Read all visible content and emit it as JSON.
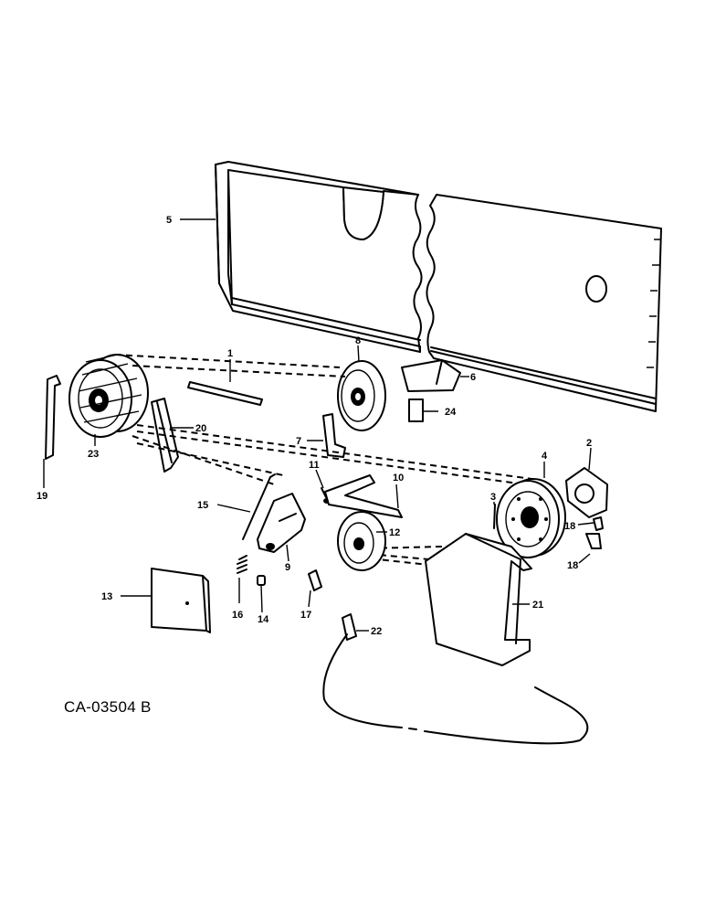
{
  "diagram_code": "CA-03504 B",
  "labels": {
    "l1": "1",
    "l2": "2",
    "l3": "3",
    "l4": "4",
    "l5": "5",
    "l6": "6",
    "l7": "7",
    "l8": "8",
    "l9": "9",
    "l10": "10",
    "l11": "11",
    "l12": "12",
    "l13": "13",
    "l14": "14",
    "l15": "15",
    "l16": "16",
    "l17": "17",
    "l18a": "18",
    "l18b": "18",
    "l19": "19",
    "l20": "20",
    "l21": "21",
    "l22": "22",
    "l23": "23",
    "l24": "24"
  }
}
